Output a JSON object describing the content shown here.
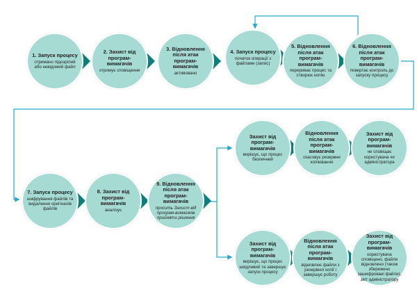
{
  "colors": {
    "circle": "#a6dbd4",
    "circle_border": "#ffffff",
    "arrow": "#0b7f7c",
    "connector": "#24a7c9"
  },
  "nodes": [
    {
      "id": "n1",
      "title": "1. Запуск процесу",
      "desc": "отримано підозрілий або невідомий файл"
    },
    {
      "id": "n2",
      "title": "2. Захист від програм-вимагачів",
      "desc": "отримує сповіщення"
    },
    {
      "id": "n3",
      "title": "3. Відновлення після атак програм-вимагачів",
      "desc": "активовано"
    },
    {
      "id": "n4",
      "title": "4. Запуск процесу",
      "desc": "початок операції з файлами (запис)"
    },
    {
      "id": "n5",
      "title": "5. Відновлення після атак програм-вимагачів",
      "desc": "перериває процес та створює копію"
    },
    {
      "id": "n6",
      "title": "6. Відновлення після атак програм-вимагачів",
      "desc": "повертає контроль до запуску процесу"
    },
    {
      "id": "n7",
      "title": "7. Запуск процесу",
      "desc": "шифрування файлів та видалення оригіналів файлів"
    },
    {
      "id": "n8",
      "title": "8. Захист від програм-вимагачів",
      "desc": "аналізує"
    },
    {
      "id": "n9",
      "title": "9. Відновлення після атак програм-вимагачів",
      "desc": "просить Захист від програм-вимагачів прийняти рішення"
    },
    {
      "id": "a1",
      "title": "Захист від програм-вимагачів",
      "desc": "вирішує, що процес безпечний"
    },
    {
      "id": "a2",
      "title": "Відновлення після атак програм-вимагачів",
      "desc": "скасовує резервне копіювання"
    },
    {
      "id": "a3",
      "title": "Захист від програм-вимагачів",
      "desc": "не сповіщає користувача чи адміністратора"
    },
    {
      "id": "b1",
      "title": "Захист від програм-вимагачів",
      "desc": "вирішує, що процес шкідливий та завершує запуск процесу"
    },
    {
      "id": "b2",
      "title": "Відновлення після атак програм-вимагачів",
      "desc": "відновлює файли з резервної копії і завершує роботу"
    },
    {
      "id": "b3",
      "title": "Захист від програм-вимагачів",
      "desc": "користувача сповіщено, файли відновлено (також збережено зашифровані файли), звіт адміністратору"
    }
  ]
}
